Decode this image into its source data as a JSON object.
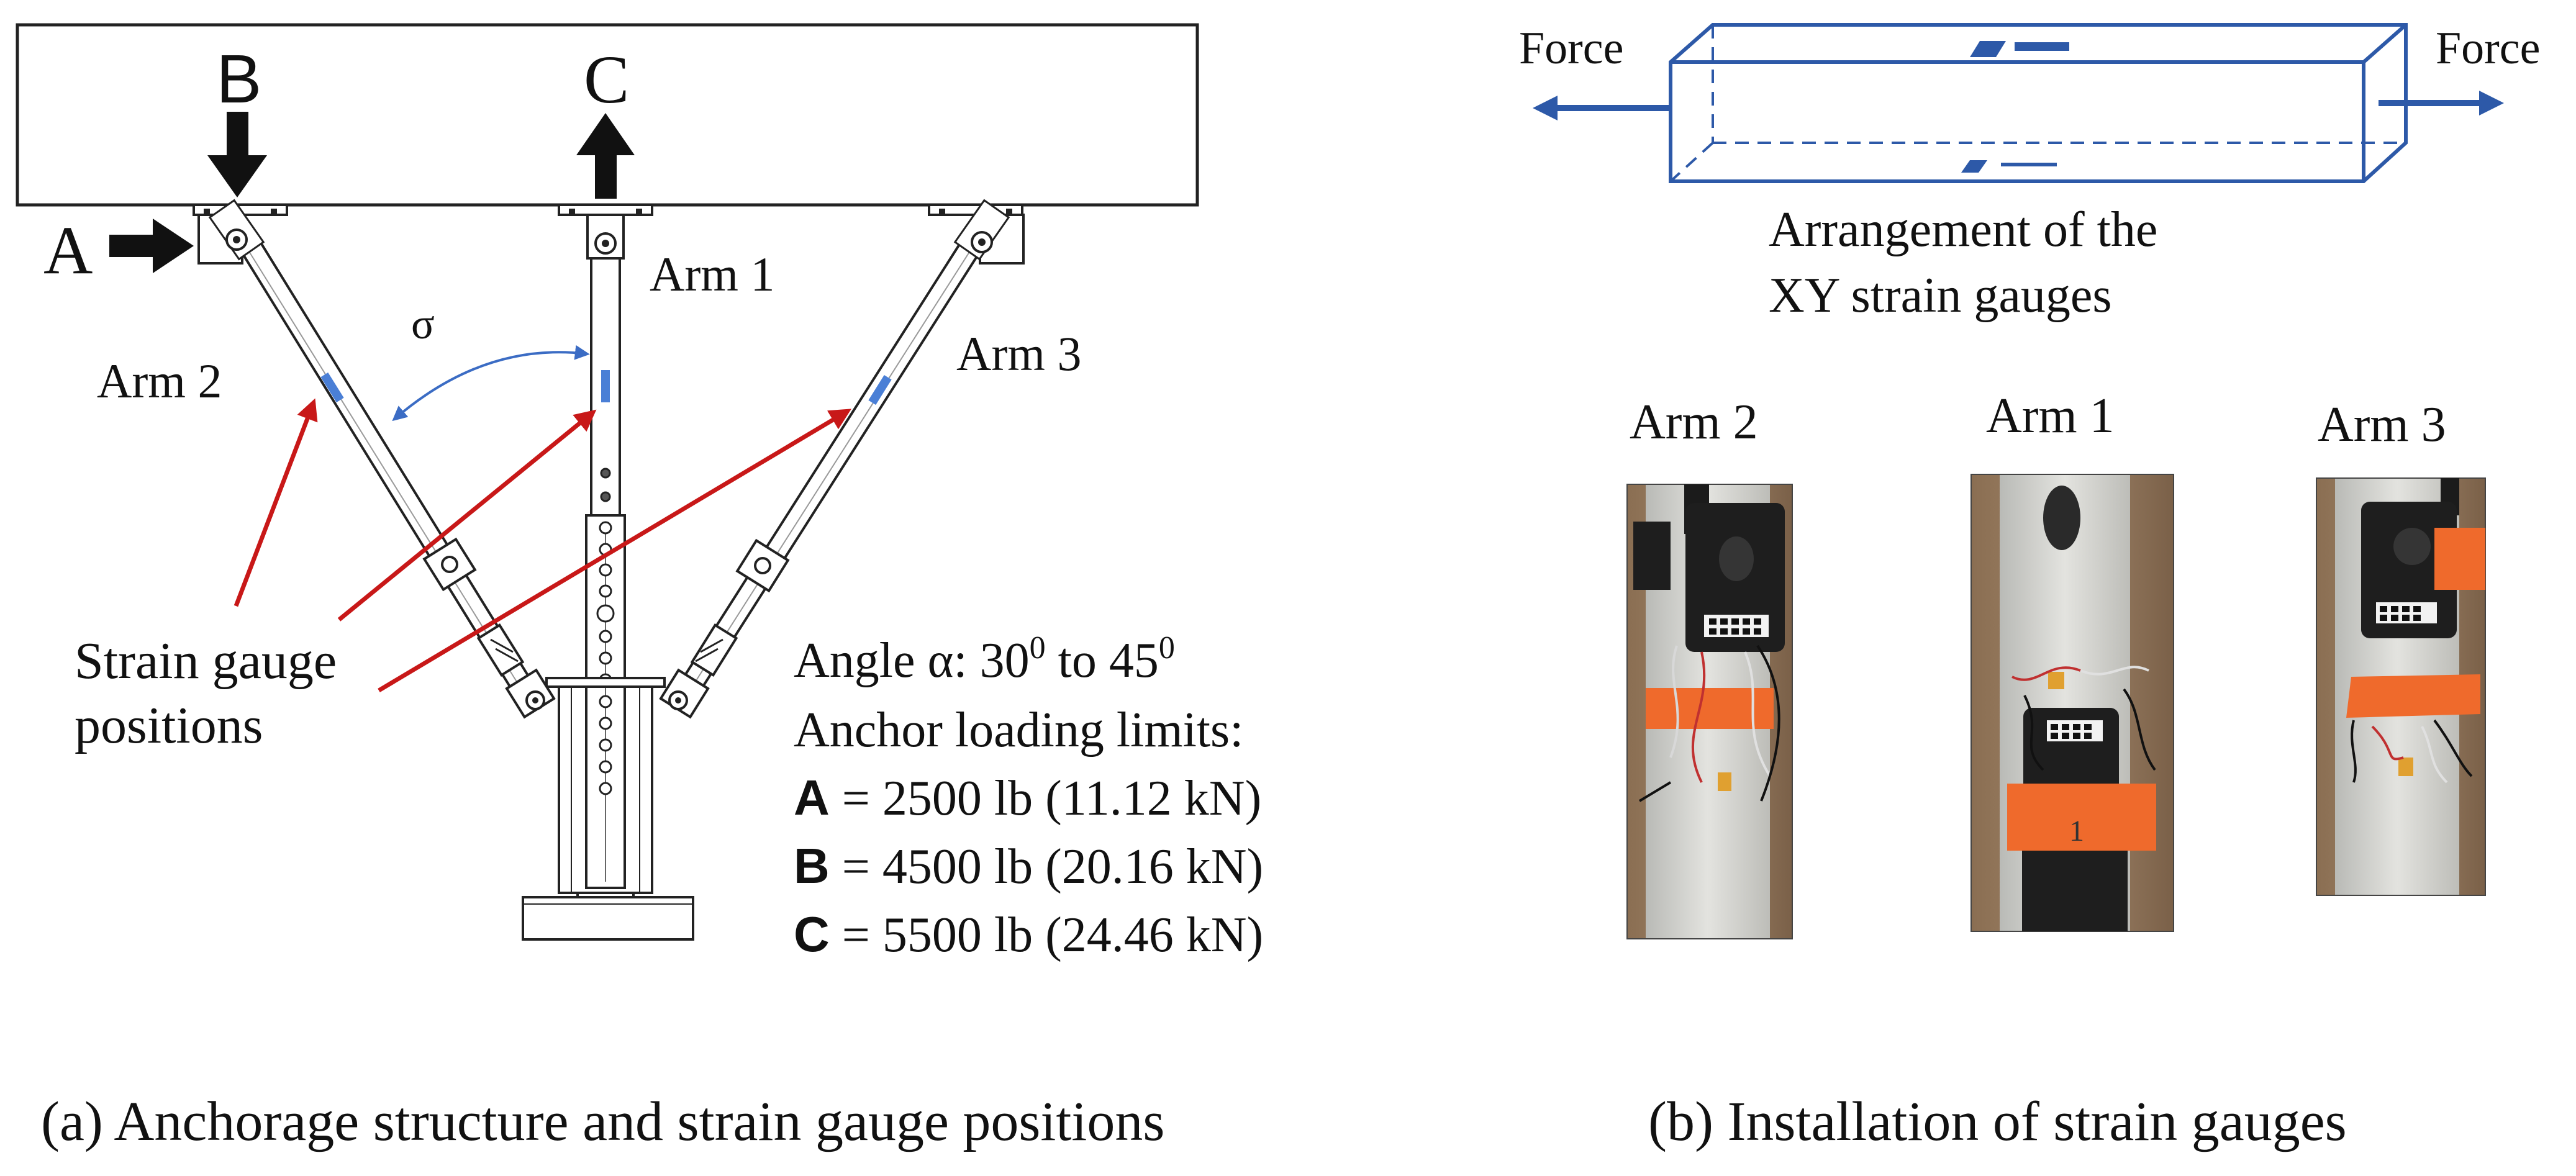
{
  "panel_a": {
    "load_labels": {
      "a": "A",
      "b": "B",
      "c": "C"
    },
    "arm_labels": {
      "arm1": "Arm 1",
      "arm2": "Arm 2",
      "arm3": "Arm 3"
    },
    "sigma": "σ",
    "strain_gauge_label": [
      "Strain gauge",
      "positions"
    ],
    "angle_text": "Angle α: 30",
    "angle_sup1": "0",
    "angle_mid": " to 45",
    "angle_sup2": "0",
    "limits_title": "Anchor loading limits:",
    "limits": [
      {
        "key": "A",
        "text": " = 2500 lb (11.12 kN)"
      },
      {
        "key": "B",
        "text": " = 4500 lb (20.16 kN)"
      },
      {
        "key": "C",
        "text": " = 5500 lb (24.46 kN)"
      }
    ],
    "caption": "(a) Anchorage structure and strain gauge positions"
  },
  "panel_b": {
    "force_left": "Force",
    "force_right": "Force",
    "arrangement": [
      "Arrangement of the",
      "XY strain gauges"
    ],
    "photo_labels": {
      "arm2": "Arm 2",
      "arm1": "Arm 1",
      "arm3": "Arm 3"
    },
    "tape_number": "1",
    "caption": "(b) Installation of strain gauges"
  },
  "colors": {
    "line": "#222222",
    "gauge": "#4a7fd6",
    "blue_box": "#2d59a8",
    "red_arrow": "#c81818",
    "tape": "#ef6a2c",
    "steel": "#cfd0cc"
  }
}
